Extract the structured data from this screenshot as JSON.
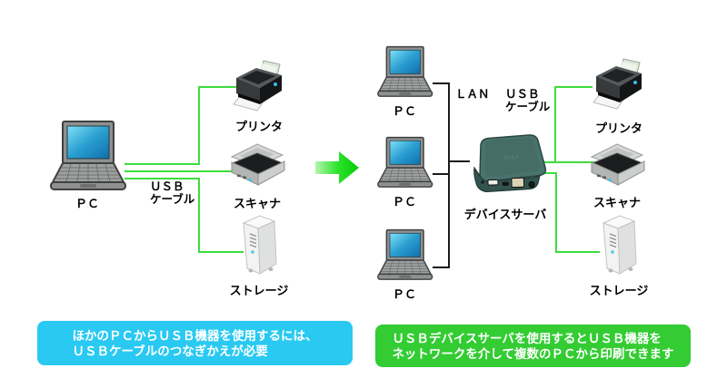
{
  "colors": {
    "line_green": "#3ddd3d",
    "line_black": "#1b1b1b",
    "callout_blue": "#29c9f2",
    "callout_green": "#33cc33",
    "arrow_green": "#0bd20b",
    "screen_blue": "#1a7fc0",
    "server_teal": "#49736d"
  },
  "left": {
    "pc_label": "ＰＣ",
    "usb_cable_label": {
      "line1": "ＵＳＢ",
      "line2": "ケーブル"
    },
    "printer_label": "プリンタ",
    "scanner_label": "スキャナ",
    "storage_label": "ストレージ",
    "callout": {
      "line1": "ほかのＰＣからＵＳＢ機器を使用するには、",
      "line2": "ＵＳＢケーブルのつなぎかえが必要"
    }
  },
  "right": {
    "pc_labels": [
      "ＰＣ",
      "ＰＣ",
      "ＰＣ"
    ],
    "lan_label": "ＬＡＮ",
    "usb_cable_label": {
      "line1": "ＵＳＢ",
      "line2": "ケーブル"
    },
    "device_server_label": "デバイスサーバ",
    "printer_label": "プリンタ",
    "scanner_label": "スキャナ",
    "storage_label": "ストレージ",
    "callout": {
      "line1": "ＵＳＢデバイスサーバを使用するとＵＳＢ機器を",
      "line2": "ネットワークを介して複数のＰＣから印刷できます"
    }
  }
}
